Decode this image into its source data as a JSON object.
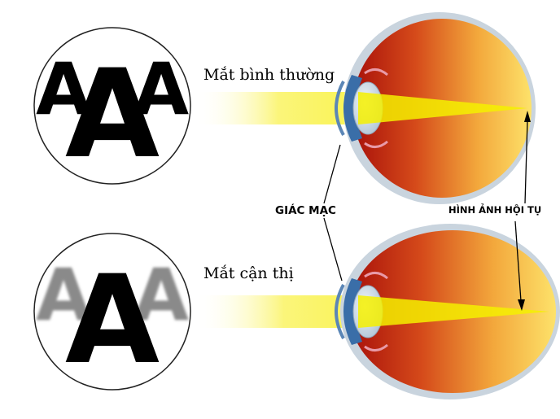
{
  "diagram": {
    "captions": {
      "normal_eye": "Mắt bình thường",
      "myopic_eye": "Mắt cận thị"
    },
    "labels": {
      "cornea": "GIÁC MẠC",
      "image_focus": "HÌNH ẢNH HỘI TỤ"
    },
    "chart_glyphs": {
      "normal": [
        "A",
        "A",
        "A"
      ],
      "myopic": [
        "A",
        "A",
        "A"
      ]
    },
    "colors": {
      "light_beam": "#f4f000",
      "eye_inner_warm": "#f7d24a",
      "eye_inner_deep": "#b8140a",
      "letter_sharp": "#000000",
      "letter_blurred": "#8a8a8a"
    }
  }
}
